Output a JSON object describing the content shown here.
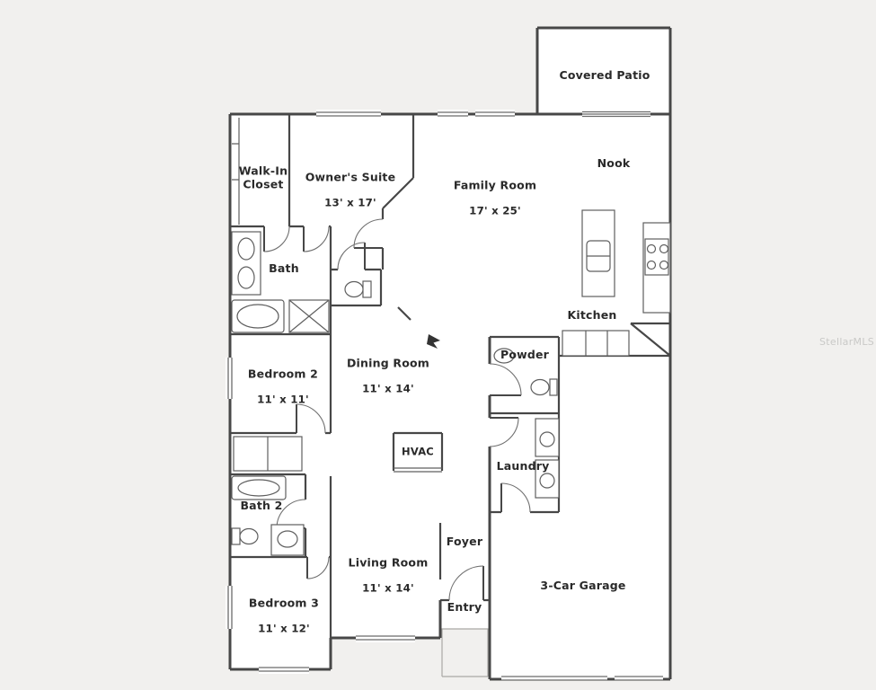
{
  "watermark": "StellarMLS",
  "colors": {
    "background": "#f1f0ee",
    "walls": "#474747",
    "text": "#2a2a2a",
    "watermark": "#c9c9c7"
  },
  "rooms": {
    "covered_patio": {
      "name": "Covered Patio"
    },
    "nook": {
      "name": "Nook"
    },
    "family_room": {
      "name": "Family Room",
      "dims": "17' x 25'"
    },
    "owners_suite": {
      "name": "Owner's Suite",
      "dims": "13' x 17'"
    },
    "walk_in_closet": {
      "name": "Walk-In\nCloset"
    },
    "bath": {
      "name": "Bath"
    },
    "kitchen": {
      "name": "Kitchen"
    },
    "powder": {
      "name": "Powder"
    },
    "dining_room": {
      "name": "Dining Room",
      "dims": "11' x 14'"
    },
    "bedroom_2": {
      "name": "Bedroom 2",
      "dims": "11' x 11'"
    },
    "hvac": {
      "name": "HVAC"
    },
    "laundry": {
      "name": "Laundry"
    },
    "bath_2": {
      "name": "Bath 2"
    },
    "living_room": {
      "name": "Living Room",
      "dims": "11' x 14'"
    },
    "foyer": {
      "name": "Foyer"
    },
    "entry": {
      "name": "Entry"
    },
    "bedroom_3": {
      "name": "Bedroom 3",
      "dims": "11' x 12'"
    },
    "garage": {
      "name": "3-Car Garage"
    }
  }
}
